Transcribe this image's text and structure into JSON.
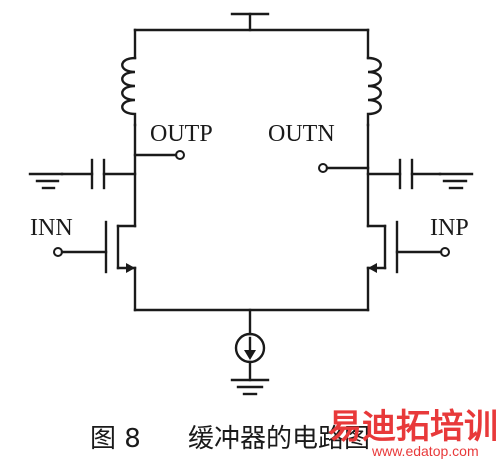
{
  "diagram": {
    "nodes": {
      "outp": "OUTP",
      "outn": "OUTN",
      "inn": "INN",
      "inp": "INP"
    },
    "caption": {
      "figure_number": "图 8",
      "title": "缓冲器的电路图"
    }
  },
  "watermark": {
    "brand": "易迪拓培训",
    "url": "www.edatop.com"
  }
}
